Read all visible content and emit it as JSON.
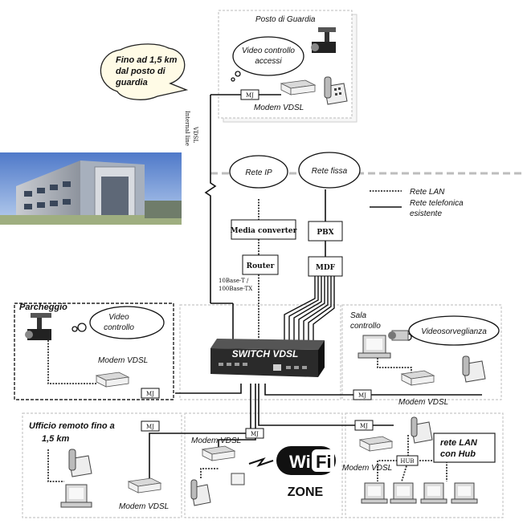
{
  "diagram": {
    "labels": {
      "posto_guardia": "Posto di Guardia",
      "video_controllo_accessi": "Video controllo accessi",
      "modem_vdsl_guard": "Modem VDSL",
      "fino_ad": "Fino ad 1,5 km dal posto di guardia",
      "internal_line": "Internal line",
      "vdsl": "VDSL",
      "rete_ip": "Rete IP",
      "rete_fissa": "Rete fissa",
      "rete_lan_legend": "Rete LAN",
      "rete_tel_legend": "Rete telefonica esistente",
      "media_converter": "Media converter",
      "router": "Router",
      "pbx": "PBX",
      "mdf": "MDF",
      "base": "10Base-T / 100Base-TX",
      "parcheggio": "Parcheggio",
      "video_controllo": "Video controllo",
      "modem_vdsl_park": "Modem VDSL",
      "switch_vdsl": "SWITCH VDSL",
      "sala_controllo": "Sala controllo",
      "videosorveglianza": "Videosorveglianza",
      "modem_vdsl_sala": "Modem VDSL",
      "ufficio_remoto": "Ufficio remoto fino a 1,5 km",
      "modem_vdsl_office": "Modem VDSL",
      "modem_vdsl_wifi": "Modem VDSL",
      "wifi_brand": "Wi Fi",
      "wifi_zone": "ZONE",
      "modem_vdsl_lan": "Modem VDSL",
      "rete_lan_hub": "rete LAN con Hub",
      "mj": "MJ",
      "hub": "HUB"
    }
  },
  "colors": {
    "line": "#111111",
    "zone_border": "#c8c8c8",
    "bubble": "#fffbe6",
    "switch": "#2a2a2a"
  },
  "icons": [
    "camera-icon",
    "telephone-icon",
    "computer-icon",
    "modem-icon",
    "building-photo",
    "wifi-logo"
  ]
}
